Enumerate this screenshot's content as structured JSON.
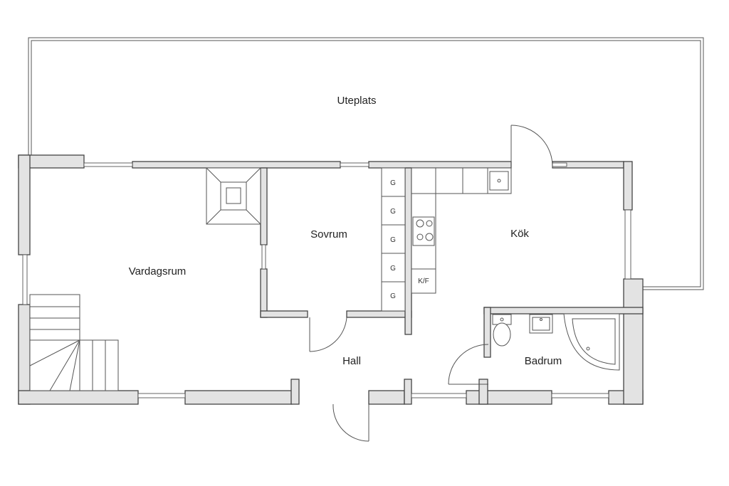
{
  "rooms": {
    "uteplats": "Uteplats",
    "vardagsrum": "Vardagsrum",
    "sovrum": "Sovrum",
    "kok": "Kök",
    "hall": "Hall",
    "badrum": "Badrum"
  },
  "fixtures": {
    "wardrobe_mark": "G",
    "fridge_freezer": "K/F"
  }
}
